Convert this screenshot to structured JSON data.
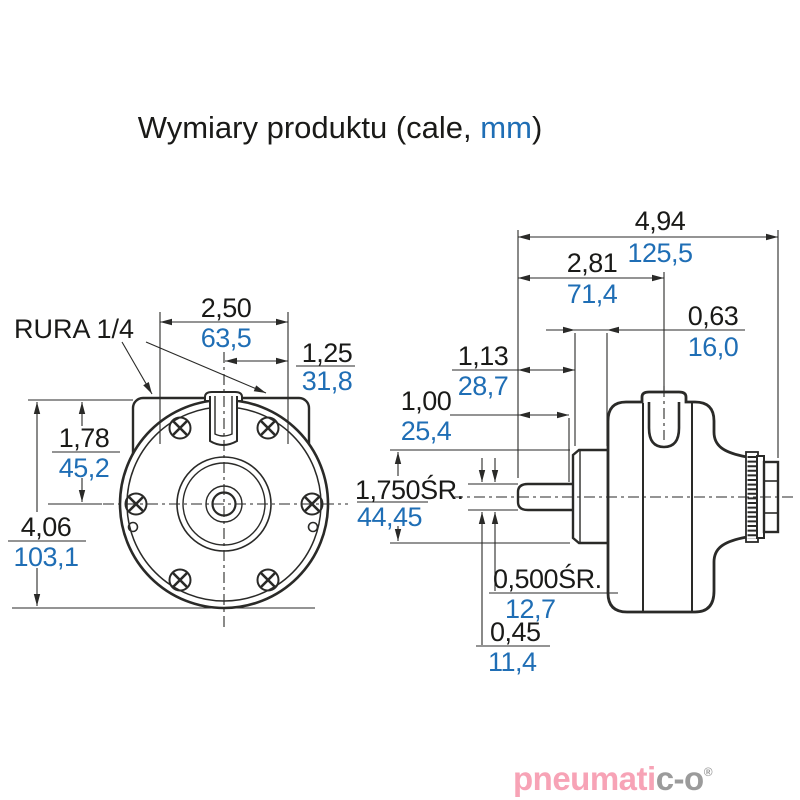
{
  "title": {
    "pre": "Wymiary produktu (cale, ",
    "unit": "mm",
    "post": ")"
  },
  "drawing": {
    "port_label": "RURA 1/4",
    "dims": {
      "bolt_spacing": {
        "in": "2,50",
        "mm": "63,5"
      },
      "bolt_half": {
        "in": "1,25",
        "mm": "31,8"
      },
      "flange_to_center": {
        "in": "1,78",
        "mm": "45,2"
      },
      "total_height": {
        "in": "4,06",
        "mm": "103,1"
      },
      "total_length": {
        "in": "4,94",
        "mm": "125,5"
      },
      "tip_to_port": {
        "in": "2,81",
        "mm": "71,4"
      },
      "hub_width": {
        "in": "0,63",
        "mm": "16,0"
      },
      "tip_to_hub": {
        "in": "1,13",
        "mm": "28,7"
      },
      "shaft_length": {
        "in": "1,00",
        "mm": "25,4"
      },
      "hub_diameter": {
        "in": "1,750ŚR.",
        "mm": "44,45"
      },
      "shaft_diameter": {
        "in": "0,500ŚR.",
        "mm": "12,7"
      },
      "shaft_flat": {
        "in": "0,45",
        "mm": "11,4"
      }
    }
  },
  "logo": {
    "part_pink": "pneumati",
    "part_gray": "c-o",
    "registered": "®"
  },
  "colors": {
    "dimension_mm_blue": "#1f6eb5",
    "logo_pink": "#f7a3b6",
    "logo_gray": "#9b9b9b",
    "line_black": "#2a2a28"
  }
}
